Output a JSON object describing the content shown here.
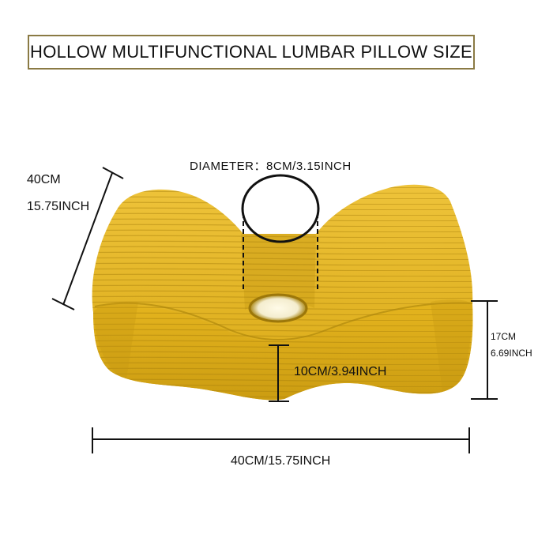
{
  "title": "HOLLOW MULTIFUNCTIONAL LUMBAR PILLOW SIZE",
  "dimensions": {
    "diameter": "DIAMETER：8CM/3.15INCH",
    "depth_cm": "40CM",
    "depth_inch": "15.75INCH",
    "hole_height": "10CM/3.94INCH",
    "height_cm": "17CM",
    "height_inch": "6.69INCH",
    "width": "40CM/15.75INCH"
  },
  "colors": {
    "pillow": "#e0b21a",
    "pillow_shadow": "#b98f0c",
    "pillow_highlight": "#f0c93a",
    "border": "#8a7a44",
    "lines": "#111111"
  }
}
